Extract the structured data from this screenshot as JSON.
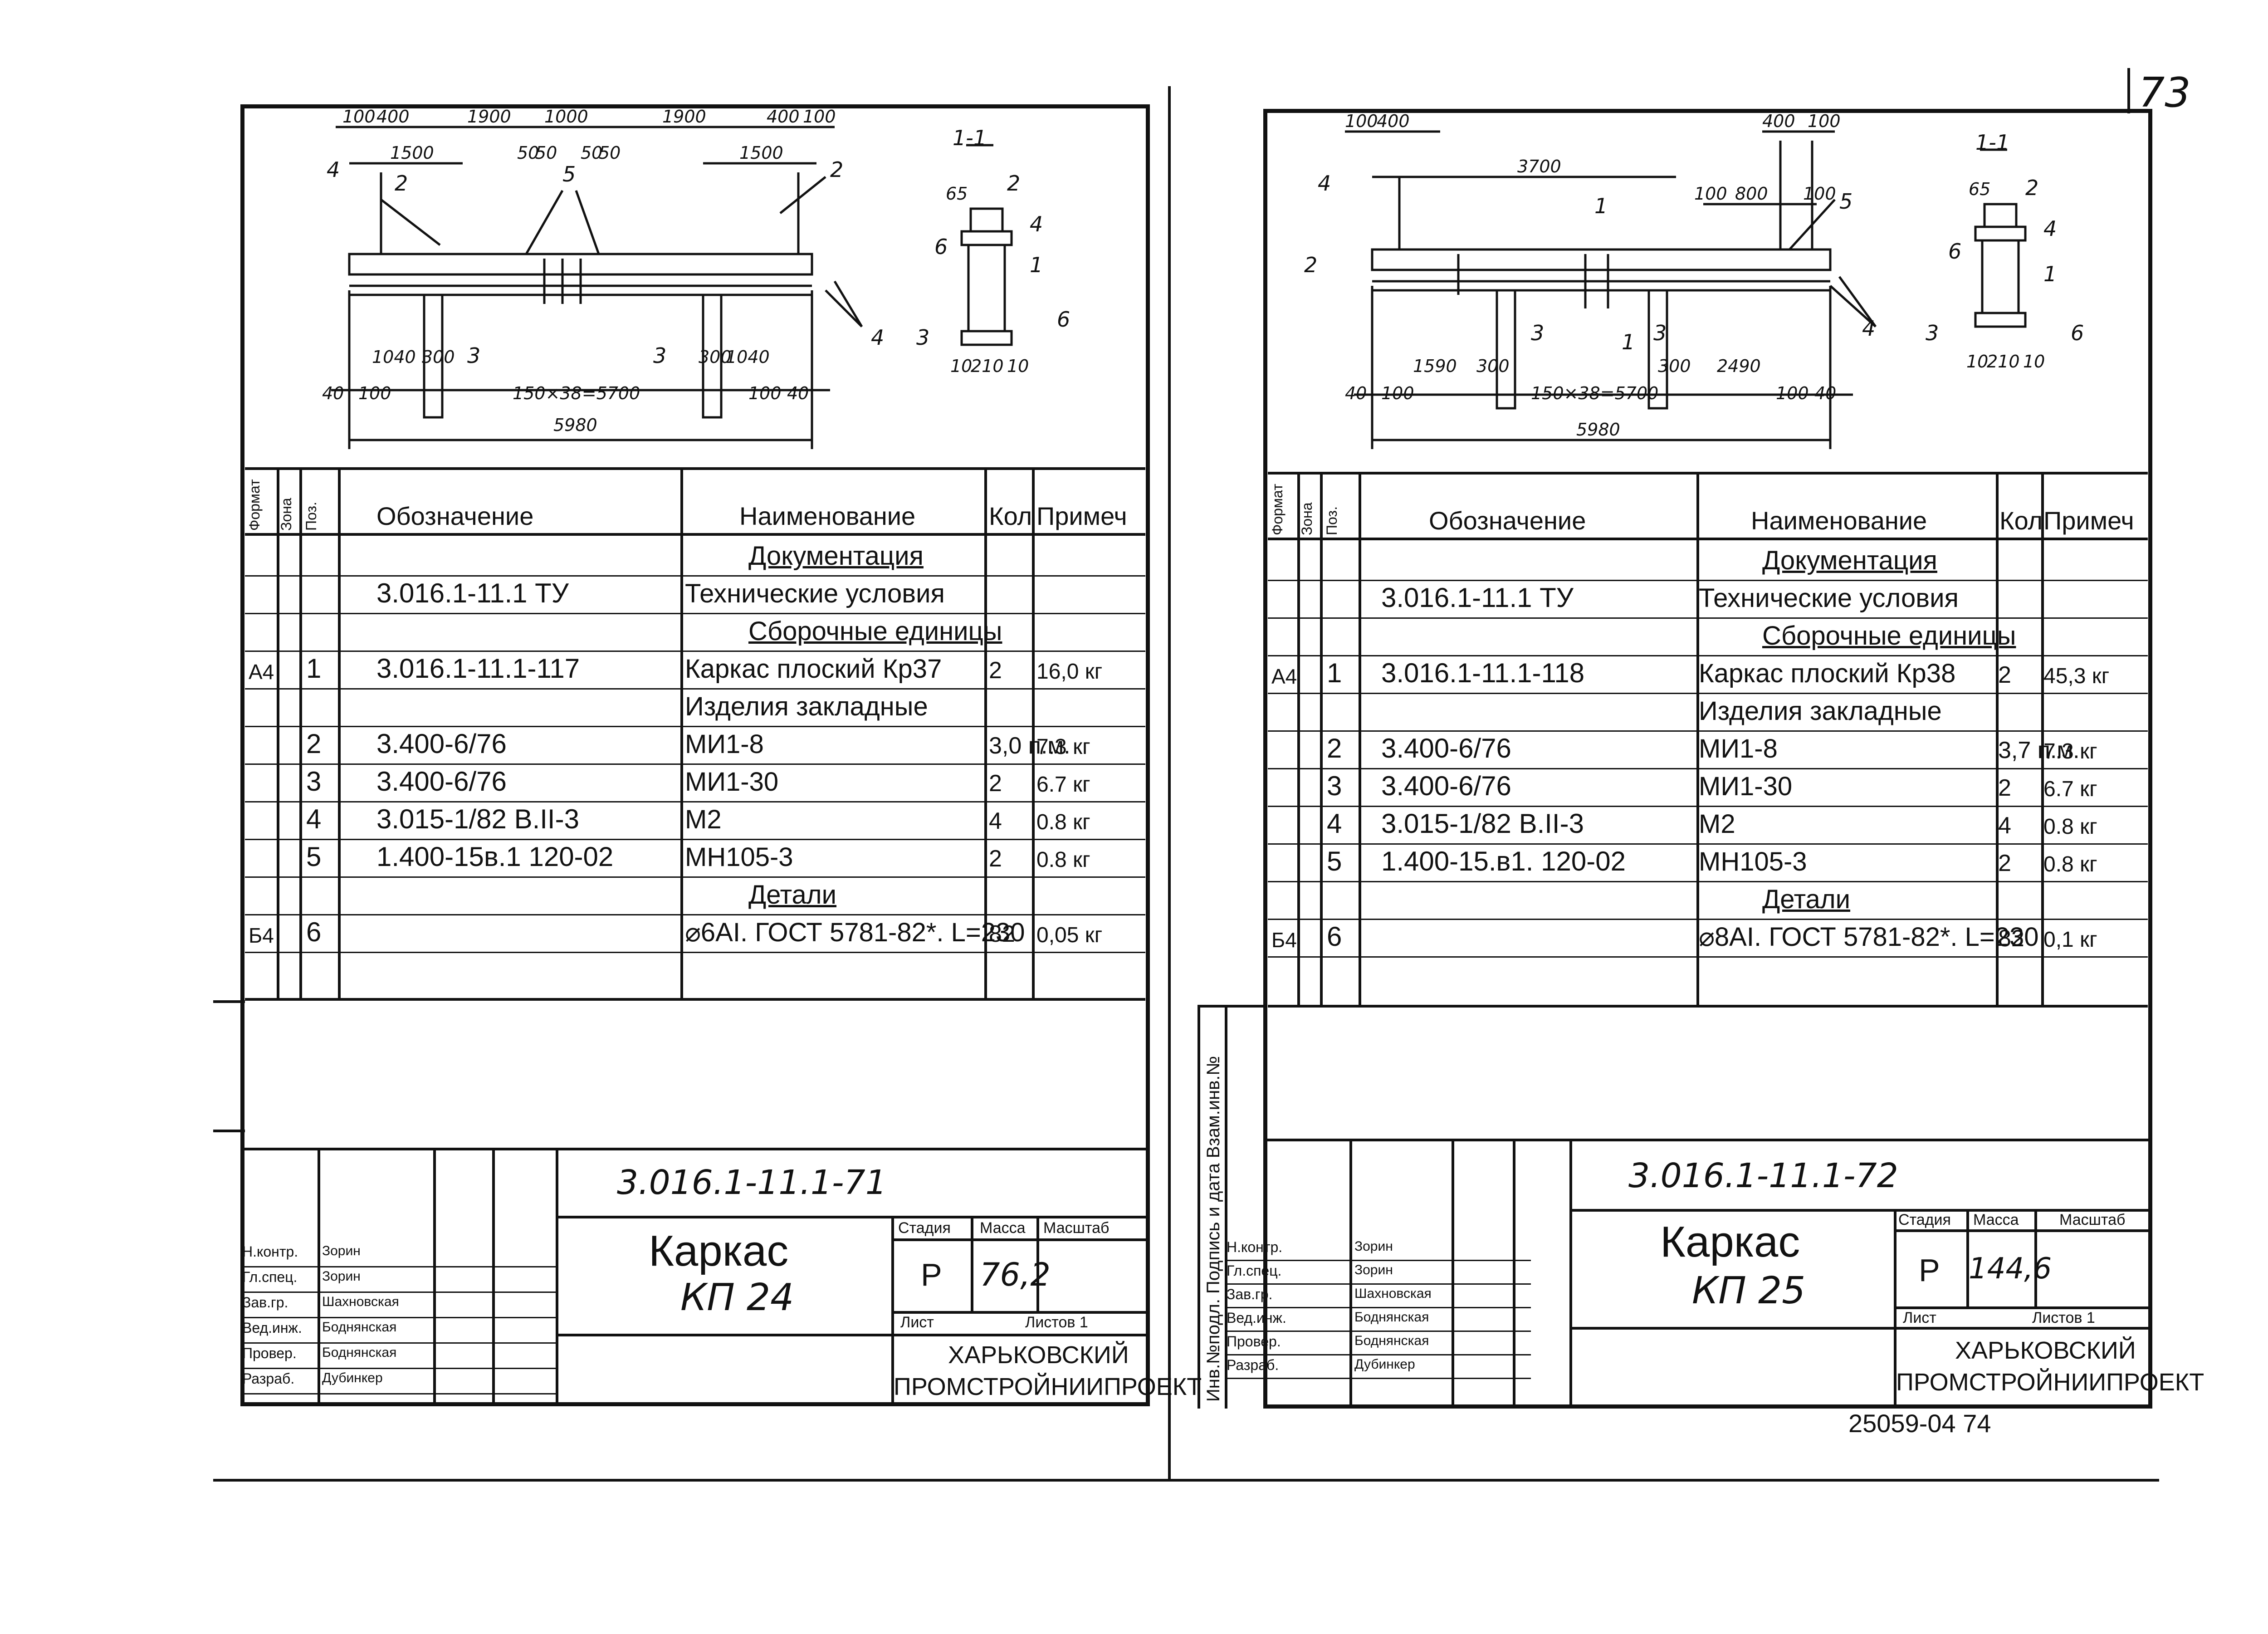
{
  "page_number": "73",
  "bottom_stamp": "25059-04  74",
  "spec_header": {
    "format": "Формат",
    "zone": "Зона",
    "pos": "Поз.",
    "designation": "Обозначение",
    "name": "Наименование",
    "qty": "Кол",
    "note": "Примеч"
  },
  "left_sheet": {
    "drawing": {
      "section_label": "1-1",
      "top_dims": [
        "100",
        "400",
        "1900",
        "1000",
        "1900",
        "400",
        "100"
      ],
      "sub_dims": [
        "1500",
        "50",
        "50",
        "50",
        "50",
        "1500"
      ],
      "lower_dims": [
        "1040",
        "300",
        "300",
        "1040"
      ],
      "base_dims": [
        "40",
        "100",
        "150×38=5700",
        "100",
        "40"
      ],
      "total": "5980",
      "section_dims": [
        "65",
        "10",
        "210",
        "10"
      ],
      "callouts": [
        "4",
        "2",
        "5",
        "2",
        "3",
        "3",
        "4",
        "2",
        "6",
        "4",
        "1",
        "3",
        "6"
      ]
    },
    "rows": [
      {
        "format": "",
        "pos": "",
        "designation": "",
        "name": "Документация",
        "name_ul": true,
        "qty": "",
        "note": ""
      },
      {
        "format": "",
        "pos": "",
        "designation": "3.016.1-11.1 ТУ",
        "name": "Технические условия",
        "qty": "",
        "note": ""
      },
      {
        "format": "",
        "pos": "",
        "designation": "",
        "name": "Сборочные единицы",
        "name_ul": true,
        "qty": "",
        "note": ""
      },
      {
        "format": "А4",
        "pos": "1",
        "designation": "3.016.1-11.1-117",
        "name": "Каркас плоский Кр37",
        "qty": "2",
        "note": "16,0 кг"
      },
      {
        "format": "",
        "pos": "",
        "designation": "",
        "name": "Изделия закладные",
        "qty": "",
        "note": ""
      },
      {
        "format": "",
        "pos": "2",
        "designation": "3.400-6/76",
        "name": "МИ1-8",
        "qty": "3,0 п.м.",
        "note": "7.3 кг"
      },
      {
        "format": "",
        "pos": "3",
        "designation": "3.400-6/76",
        "name": "МИ1-30",
        "qty": "2",
        "note": "6.7 кг"
      },
      {
        "format": "",
        "pos": "4",
        "designation": "3.015-1/82   В.II-3",
        "name": "М2",
        "qty": "4",
        "note": "0.8 кг"
      },
      {
        "format": "",
        "pos": "5",
        "designation": "1.400-15в.1  120-02",
        "name": "МН105-3",
        "qty": "2",
        "note": "0.8 кг"
      },
      {
        "format": "",
        "pos": "",
        "designation": "",
        "name": "Детали",
        "name_ul": true,
        "qty": "",
        "note": ""
      },
      {
        "format": "Б4",
        "pos": "6",
        "designation": "",
        "name": "⌀6АI. ГОСТ 5781-82*. L=230",
        "qty": "82",
        "note": "0,05 кг"
      }
    ],
    "title_block": {
      "doc_code": "3.016.1-11.1-71",
      "title_line1": "Каркас",
      "title_line2": "КП 24",
      "stage_label": "Стадия",
      "mass_label": "Масса",
      "scale_label": "Масштаб",
      "stage": "Р",
      "mass": "76,2",
      "sheet_label": "Лист",
      "sheets_label": "Листов 1",
      "org_line1": "ХАРЬКОВСКИЙ",
      "org_line2": "ПРОМСТРОЙНИИПРОЕКТ",
      "roles": [
        {
          "role": "Н.контр.",
          "name": "Зорин"
        },
        {
          "role": "Гл.спец.",
          "name": "Зорин"
        },
        {
          "role": "Зав.гр.",
          "name": "Шахновская"
        },
        {
          "role": "Вед.инж.",
          "name": "Боднянская"
        },
        {
          "role": "Провер.",
          "name": "Боднянская"
        },
        {
          "role": "Разраб.",
          "name": "Дубинкер"
        }
      ]
    }
  },
  "right_sheet": {
    "drawing": {
      "section_label": "1-1",
      "top_dims": [
        "100",
        "400",
        "400",
        "100"
      ],
      "sub_dims": [
        "3700",
        "100",
        "800",
        "100"
      ],
      "lower_dims": [
        "1590",
        "300",
        "300",
        "2490"
      ],
      "base_dims": [
        "40",
        "100",
        "150×38=5700",
        "100",
        "40"
      ],
      "total": "5980",
      "section_dims": [
        "65",
        "10",
        "210",
        "10"
      ],
      "callouts": [
        "4",
        "2",
        "1",
        "5",
        "3",
        "1",
        "3",
        "4",
        "2",
        "6",
        "4",
        "1",
        "3",
        "6"
      ]
    },
    "rows": [
      {
        "format": "",
        "pos": "",
        "designation": "",
        "name": "Документация",
        "name_ul": true,
        "qty": "",
        "note": ""
      },
      {
        "format": "",
        "pos": "",
        "designation": "3.016.1-11.1 ТУ",
        "name": "Технические условия",
        "qty": "",
        "note": ""
      },
      {
        "format": "",
        "pos": "",
        "designation": "",
        "name": "Сборочные единицы",
        "name_ul": true,
        "qty": "",
        "note": ""
      },
      {
        "format": "А4",
        "pos": "1",
        "designation": "3.016.1-11.1-118",
        "name": "Каркас плоский Кр38",
        "qty": "2",
        "note": "45,3 кг"
      },
      {
        "format": "",
        "pos": "",
        "designation": "",
        "name": "Изделия закладные",
        "qty": "",
        "note": ""
      },
      {
        "format": "",
        "pos": "2",
        "designation": "3.400-6/76",
        "name": "МИ1-8",
        "qty": "3,7 п.м.",
        "note": "7.3 кг"
      },
      {
        "format": "",
        "pos": "3",
        "designation": "3.400-6/76",
        "name": "МИ1-30",
        "qty": "2",
        "note": "6.7 кг"
      },
      {
        "format": "",
        "pos": "4",
        "designation": "3.015-1/82   В.II-3",
        "name": "М2",
        "qty": "4",
        "note": "0.8 кг"
      },
      {
        "format": "",
        "pos": "5",
        "designation": "1.400-15.в1.  120-02",
        "name": "МН105-3",
        "qty": "2",
        "note": "0.8 кг"
      },
      {
        "format": "",
        "pos": "",
        "designation": "",
        "name": "Детали",
        "name_ul": true,
        "qty": "",
        "note": ""
      },
      {
        "format": "Б4",
        "pos": "6",
        "designation": "",
        "name": "⌀8АI. ГОСТ 5781-82*. L=230",
        "qty": "82",
        "note": "0,1 кг"
      }
    ],
    "side_stamp": "Инв.№подл.  Подпись и дата  Взам.инв.№",
    "title_block": {
      "doc_code": "3.016.1-11.1-72",
      "title_line1": "Каркас",
      "title_line2": "КП 25",
      "stage_label": "Стадия",
      "mass_label": "Масса",
      "scale_label": "Масштаб",
      "stage": "Р",
      "mass": "144,6",
      "sheet_label": "Лист",
      "sheets_label": "Листов 1",
      "org_line1": "ХАРЬКОВСКИЙ",
      "org_line2": "ПРОМСТРОЙНИИПРОЕКТ",
      "roles": [
        {
          "role": "Н.контр.",
          "name": "Зорин"
        },
        {
          "role": "Гл.спец.",
          "name": "Зорин"
        },
        {
          "role": "Зав.гр.",
          "name": "Шахновская"
        },
        {
          "role": "Вед.инж.",
          "name": "Боднянская"
        },
        {
          "role": "Провер.",
          "name": "Боднянская"
        },
        {
          "role": "Разраб.",
          "name": "Дубинкер"
        }
      ]
    }
  }
}
